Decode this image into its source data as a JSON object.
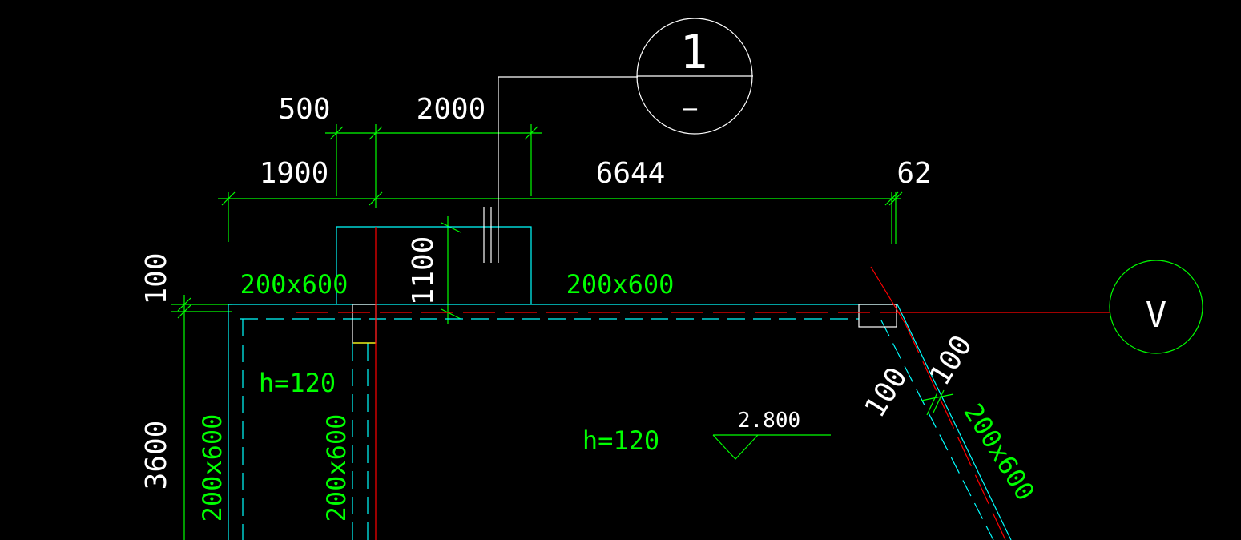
{
  "drawing": {
    "dimensions": {
      "top_500": "500",
      "top_2000": "2000",
      "top_1900": "1900",
      "top_6644": "6644",
      "top_62": "62",
      "left_100": "100",
      "left_3600": "3600",
      "beam_depth_1100": "1100",
      "diag_100_a": "100",
      "diag_100_b": "100"
    },
    "beam_labels": {
      "top_left": "200x600",
      "top_right": "200x600",
      "left_column_a": "200x600",
      "left_column_b": "200x600",
      "diagonal": "200x600"
    },
    "slab_labels": {
      "left": "h=120",
      "center": "h=120"
    },
    "elevation": {
      "value": "2.800"
    },
    "section_marker": {
      "number": "1",
      "sheet": "–"
    },
    "axis_bubble": {
      "label": "V"
    },
    "colors": {
      "background": "#000000",
      "dimension": "#00ff00",
      "wall": "#00ffff",
      "axis": "#ff0000",
      "annotation": "#ffffff",
      "column": "#ffff00"
    }
  }
}
